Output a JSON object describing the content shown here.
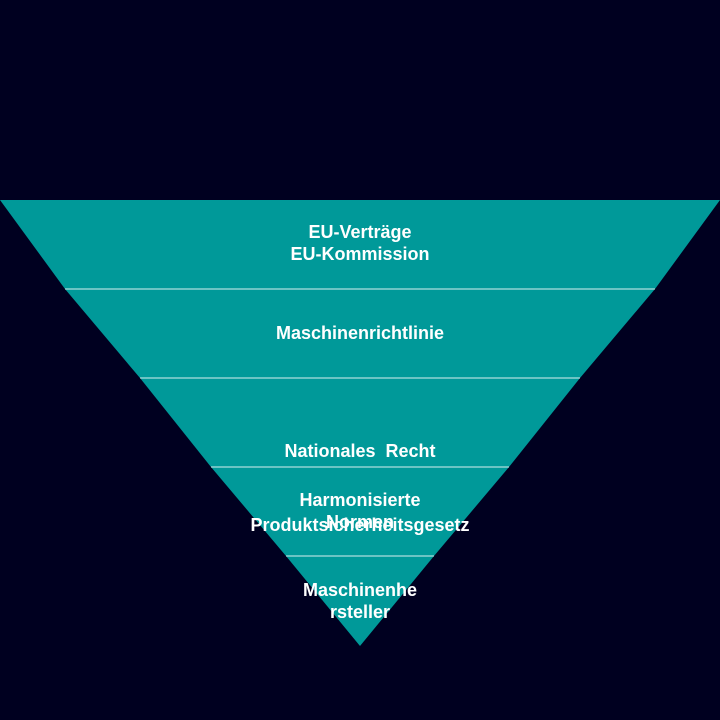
{
  "colors": {
    "background": "#000020",
    "layer_fill": "#009999",
    "divider": "#d8eeee",
    "text": "#ffffff"
  },
  "layers": [
    {
      "lines": [
        "EU-Verträge",
        "EU-Kommission"
      ]
    },
    {
      "lines": [
        "Maschinenrichtlinie"
      ]
    },
    {
      "lines": [
        "Nationales  Recht",
        "Produktsicherheitsgesetz"
      ]
    },
    {
      "lines": [
        "Harmonisierte",
        "Normen"
      ]
    },
    {
      "lines": [
        "Maschinenhe",
        "rsteller"
      ]
    }
  ]
}
